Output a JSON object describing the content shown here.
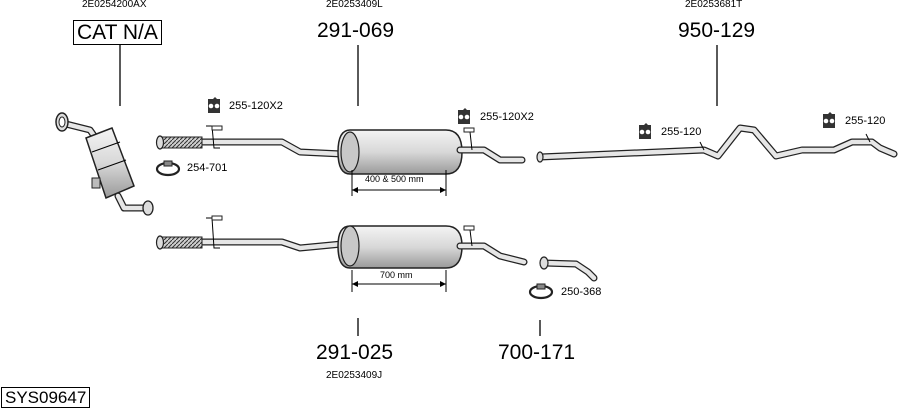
{
  "oe_numbers": {
    "catalyst": "2E0254200AX",
    "front_muffler_top": "2E0253409L",
    "rear_pipe": "2E0253681T",
    "front_muffler_bottom": "2E0253409J"
  },
  "part_numbers": {
    "catalyst": "CAT N/A",
    "front_muffler_top": "291-069",
    "rear_pipe": "950-129",
    "front_muffler_bottom": "291-025",
    "tail_pipe": "700-171"
  },
  "accessories": {
    "hanger_top_left": "255-120X2",
    "hanger_top_mid": "255-120X2",
    "hanger_rear_left": "255-120",
    "hanger_rear_right": "255-120",
    "clamp_top": "254-701",
    "clamp_bottom": "250-368"
  },
  "dimensions": {
    "top_length": "400 & 500 mm",
    "bottom_length": "700 mm"
  },
  "system_code": "SYS09647",
  "icons": [
    "hanger-icon",
    "clamp-icon"
  ]
}
